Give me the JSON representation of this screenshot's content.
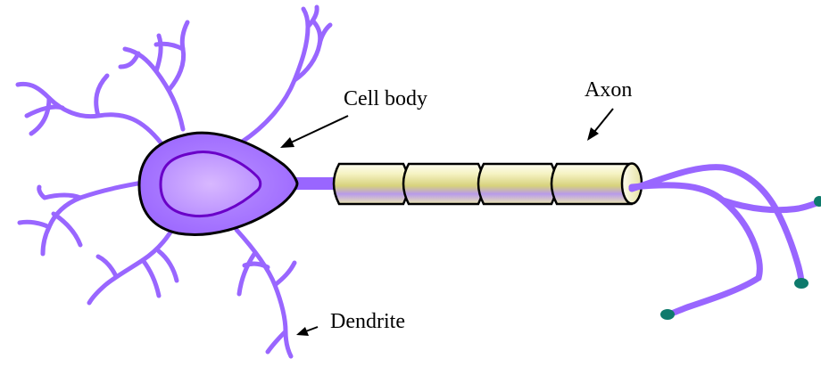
{
  "labels": {
    "cell_body": "Cell body",
    "axon": "Axon",
    "dendrite": "Dendrite"
  },
  "colors": {
    "dendrite": "#9966ff",
    "soma_fill": "#9b66ff",
    "soma_outline": "#000000",
    "nucleus_outline": "#6a00c8",
    "nucleus_fill": "#c79bff",
    "myelin_light": "#fffde6",
    "myelin_mid": "#eeeaa8",
    "myelin_dark": "#d9d580",
    "myelin_accent": "#b38cff",
    "terminal": "#0e7a6c",
    "arrow": "#000000"
  },
  "icons": {
    "cell_body_pointer": "arrow-left-down-icon",
    "axon_pointer": "arrow-left-down-icon",
    "dendrite_pointer": "arrow-left-icon"
  }
}
